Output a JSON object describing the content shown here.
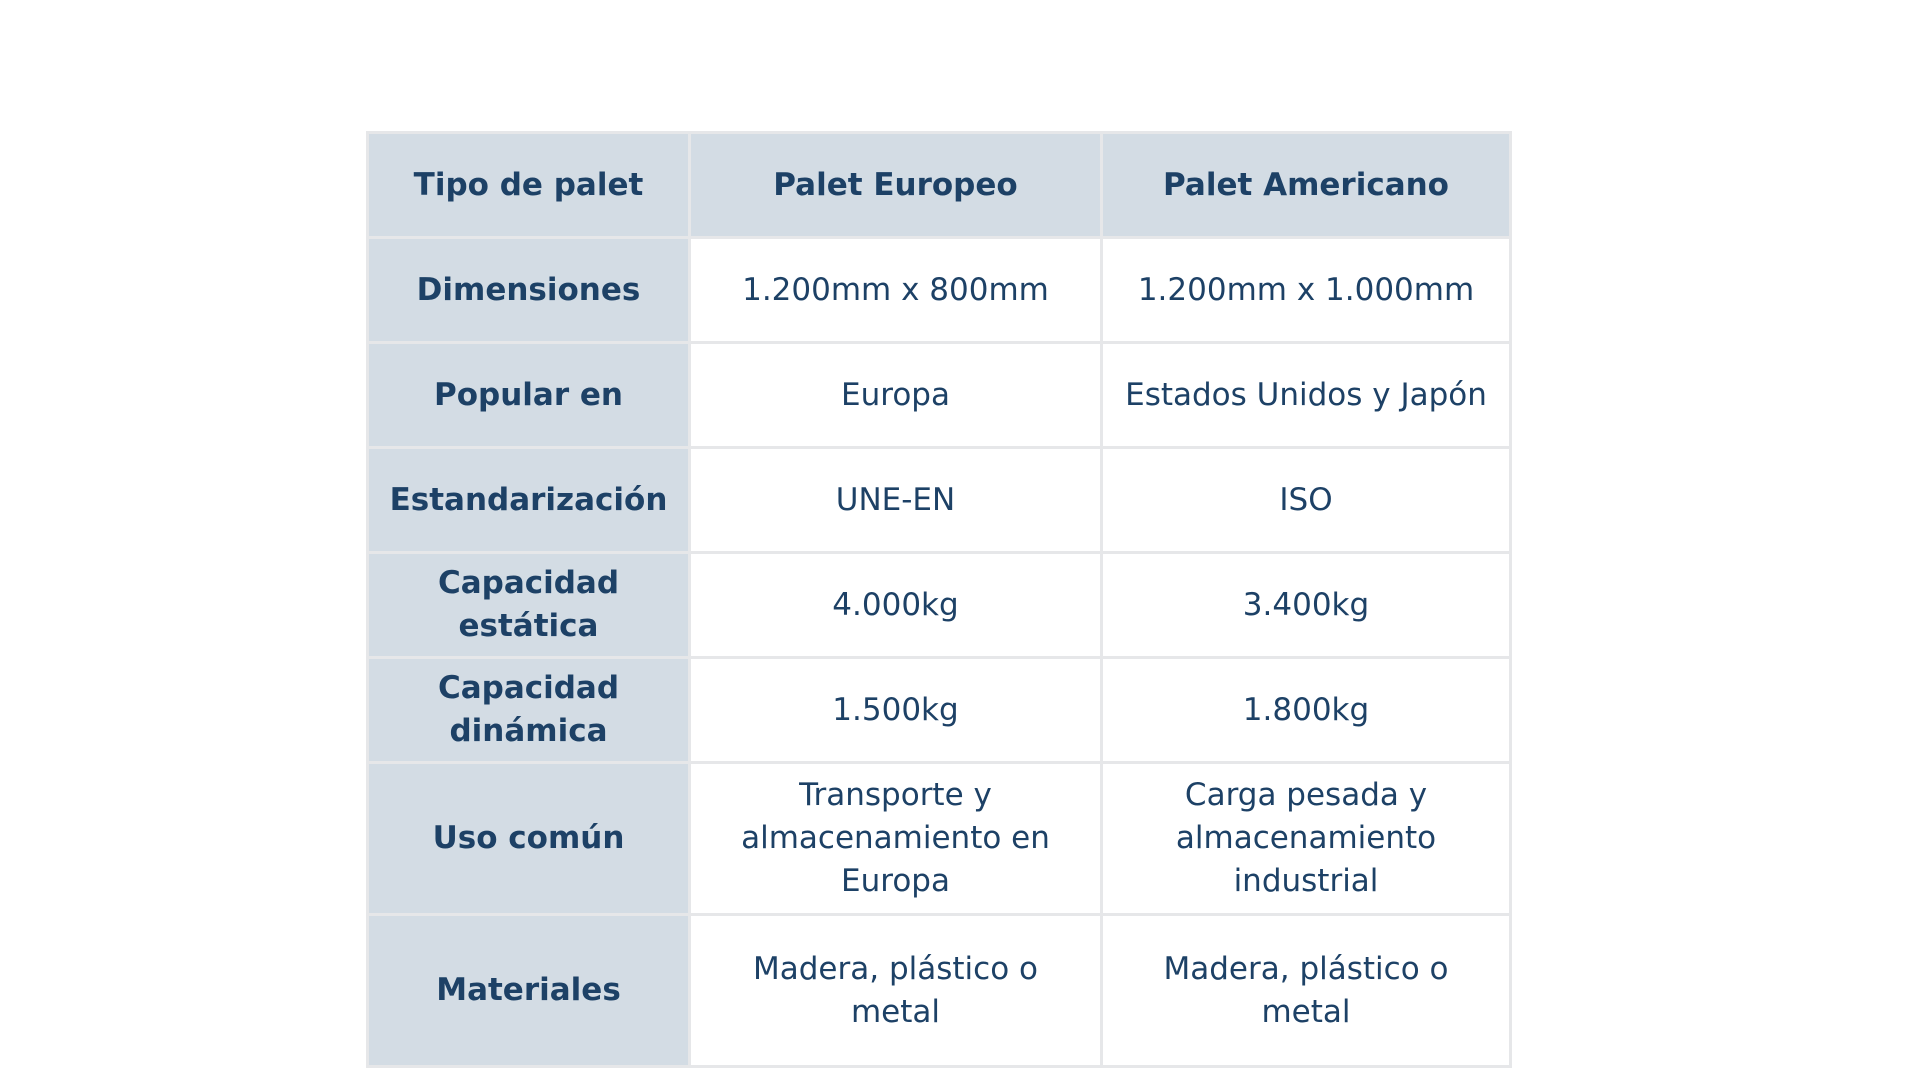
{
  "table": {
    "headers": [
      "Tipo de palet",
      "Palet Europeo",
      "Palet Americano"
    ],
    "rows": [
      {
        "label": "Dimensiones",
        "europeo": "1.200mm x 800mm",
        "americano": "1.200mm x 1.000mm"
      },
      {
        "label": "Popular en",
        "europeo": "Europa",
        "americano": "Estados Unidos y Japón"
      },
      {
        "label": "Estandarización",
        "europeo": "UNE-EN",
        "americano": "ISO"
      },
      {
        "label": "Capacidad estática",
        "europeo": "4.000kg",
        "americano": "3.400kg"
      },
      {
        "label": "Capacidad dinámica",
        "europeo": "1.500kg",
        "americano": "1.800kg"
      },
      {
        "label": "Uso común",
        "europeo": "Transporte y almacenamiento en Europa",
        "americano": "Carga pesada y almacenamiento industrial"
      },
      {
        "label": "Materiales",
        "europeo": "Madera, plástico o metal",
        "americano": "Madera, plástico o metal"
      }
    ]
  },
  "colors": {
    "header_bg": "#d3dce4",
    "text": "#1d4166",
    "border": "#e6e7e9"
  }
}
